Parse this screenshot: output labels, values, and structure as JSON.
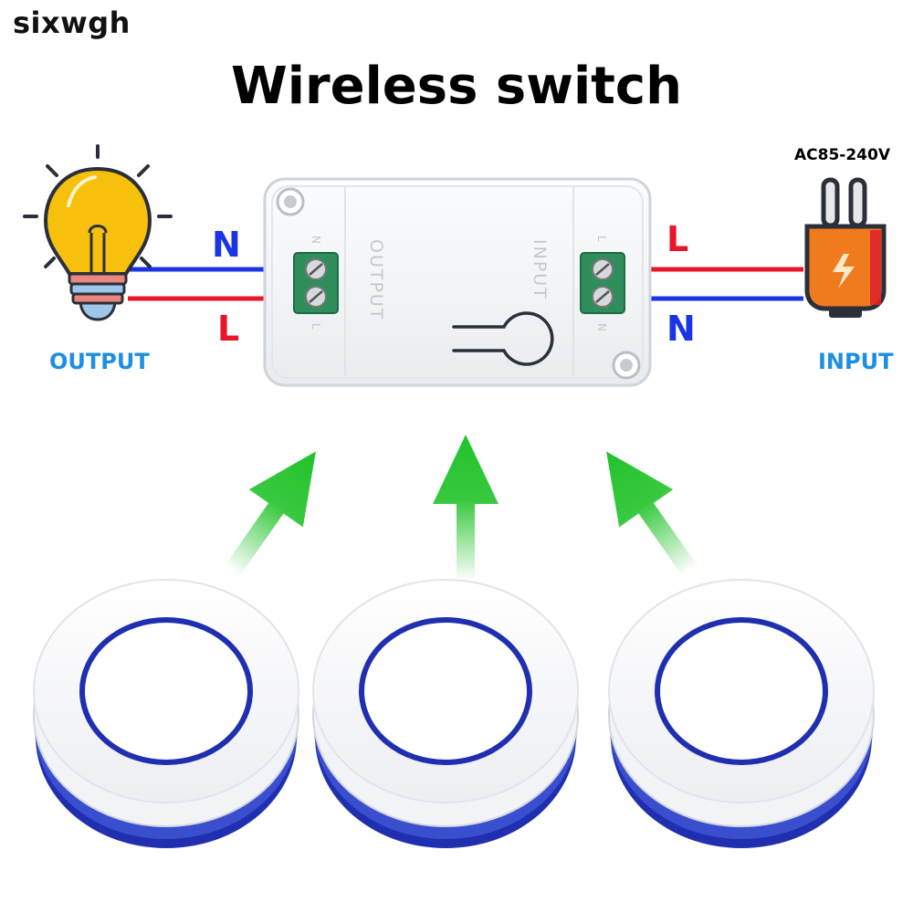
{
  "brand": "sixwgh",
  "title": "Wireless switch",
  "voltage": "AC85-240V",
  "output_label": "OUTPUT",
  "input_label": "INPUT",
  "wires": {
    "left_top": "N",
    "left_bottom": "L",
    "right_top": "L",
    "right_bottom": "N"
  },
  "module": {
    "output_text": "OUTPUT",
    "input_text": "INPUT",
    "terminal_left_top": "N",
    "terminal_left_bottom": "L",
    "terminal_right_top": "L",
    "terminal_right_bottom": "N"
  },
  "remote_count": 3,
  "colors": {
    "neutral_wire": "#1a34e6",
    "live_wire": "#e8162a",
    "label_blue": "#1e8fe0",
    "bulb_yellow": "#f6c00c",
    "plug_orange": "#f07a1e",
    "arrow_green": "#22c22a",
    "remote_ring": "#1f2fb0"
  },
  "icons": [
    "light-bulb-icon",
    "power-plug-icon",
    "lightning-icon",
    "antenna-loop-icon"
  ]
}
